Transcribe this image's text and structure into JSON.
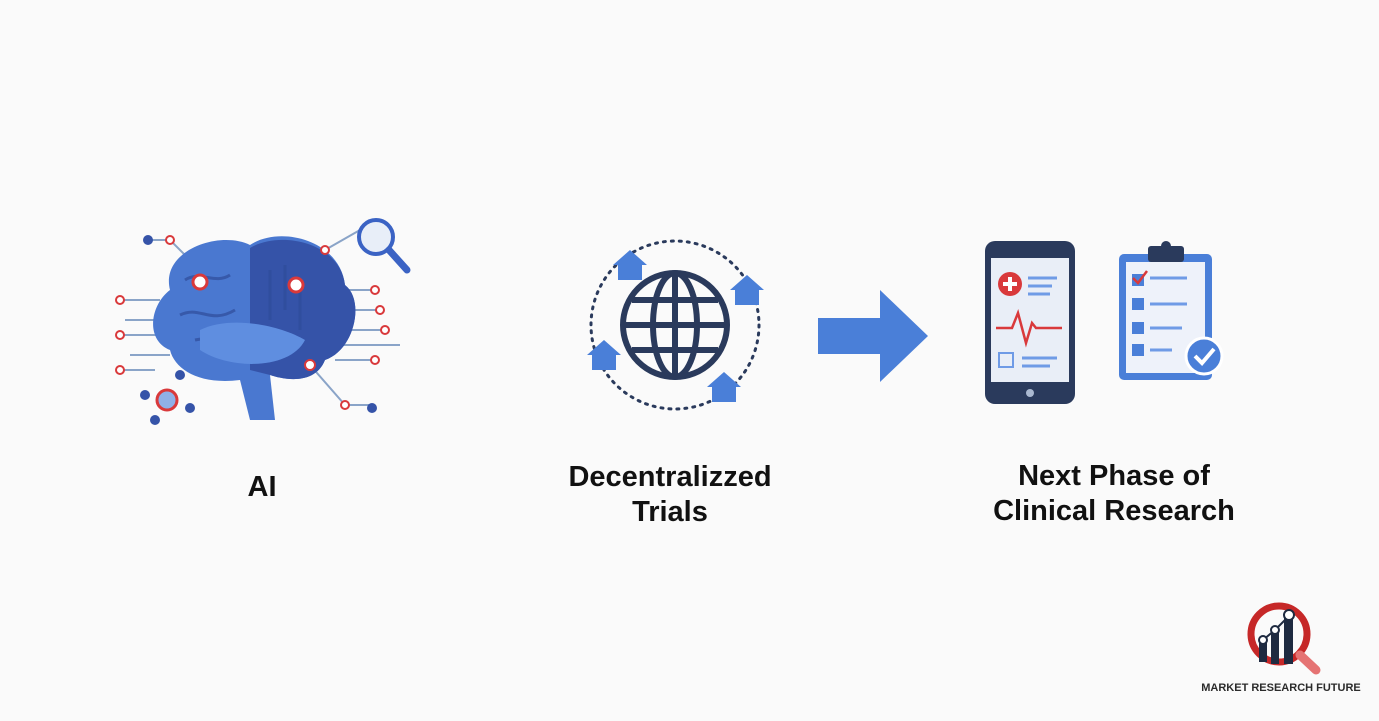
{
  "stages": [
    {
      "label": "AI",
      "icon": "ai-brain-icon"
    },
    {
      "label_line1": "Decentralizzed",
      "label_line2": "Trials",
      "icon": "globe-homes-icon"
    },
    {
      "label_line1": "Next Phase of",
      "label_line2": "Clinical Research",
      "icon": "phone-clipboard-icon"
    }
  ],
  "arrow_icon": "right-arrow-icon",
  "brand": {
    "name": "MARKET RESEARCH FUTURE"
  },
  "colors": {
    "blue": "#4a7fd8",
    "navy": "#2a3a5c",
    "red": "#d9393b",
    "text": "#111111"
  }
}
